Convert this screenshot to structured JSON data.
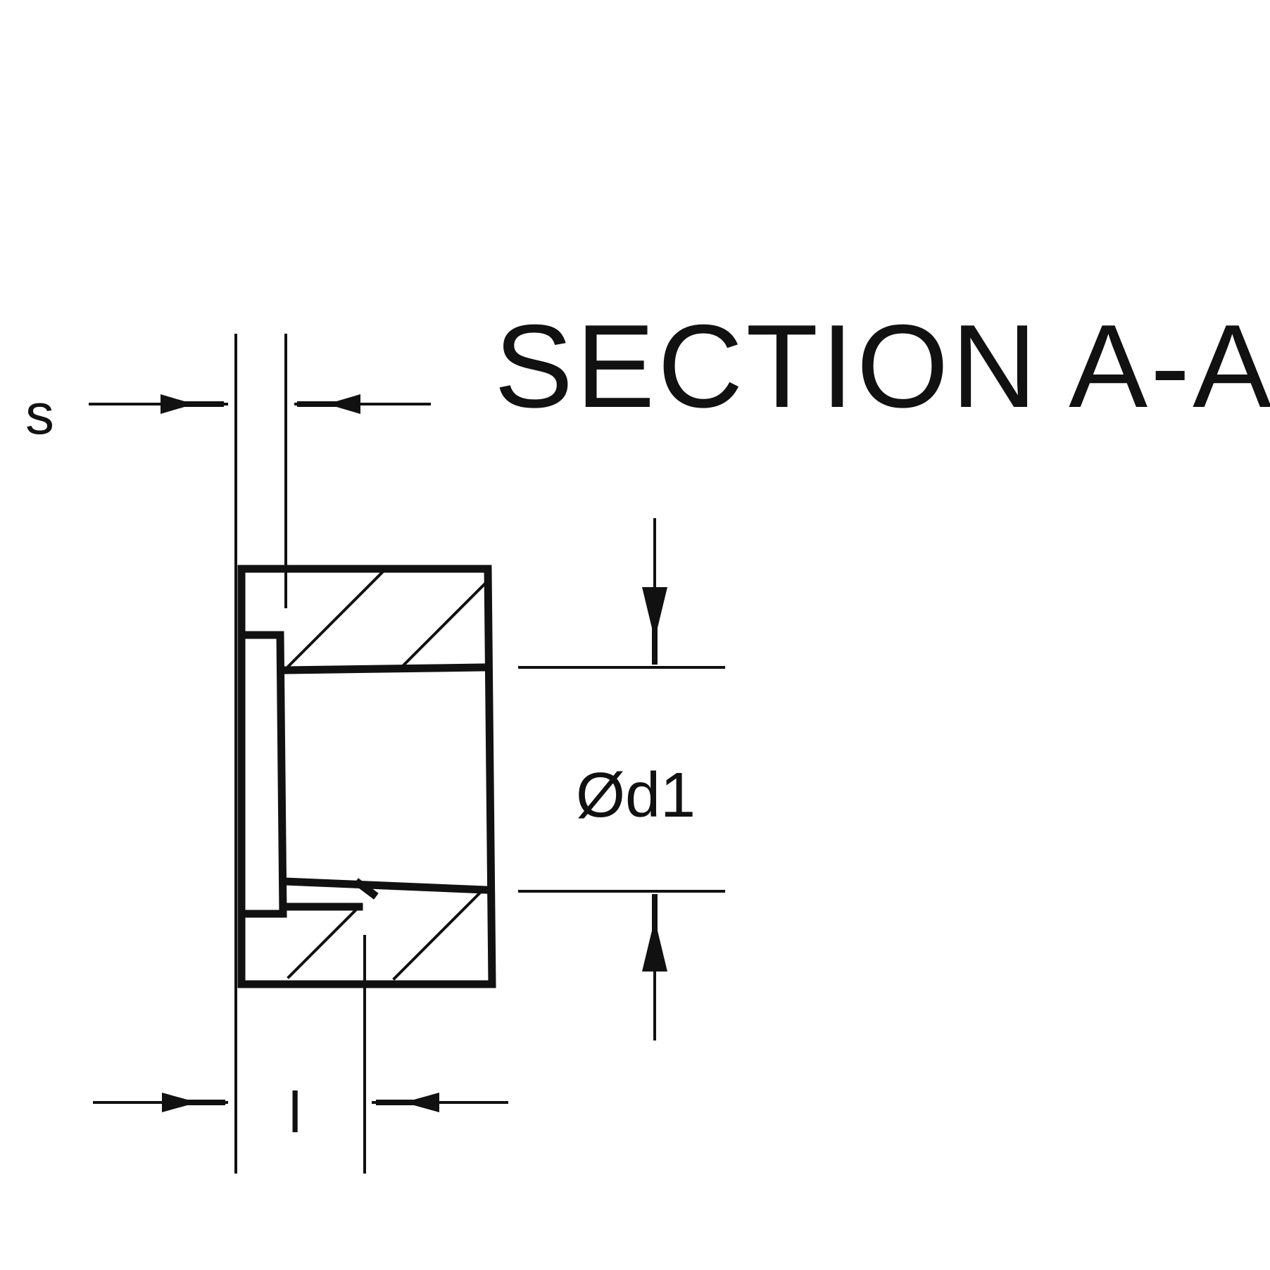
{
  "title": "SECTION A-A",
  "dimensions": {
    "s": "s",
    "l": "l",
    "d1": "Ød1"
  }
}
